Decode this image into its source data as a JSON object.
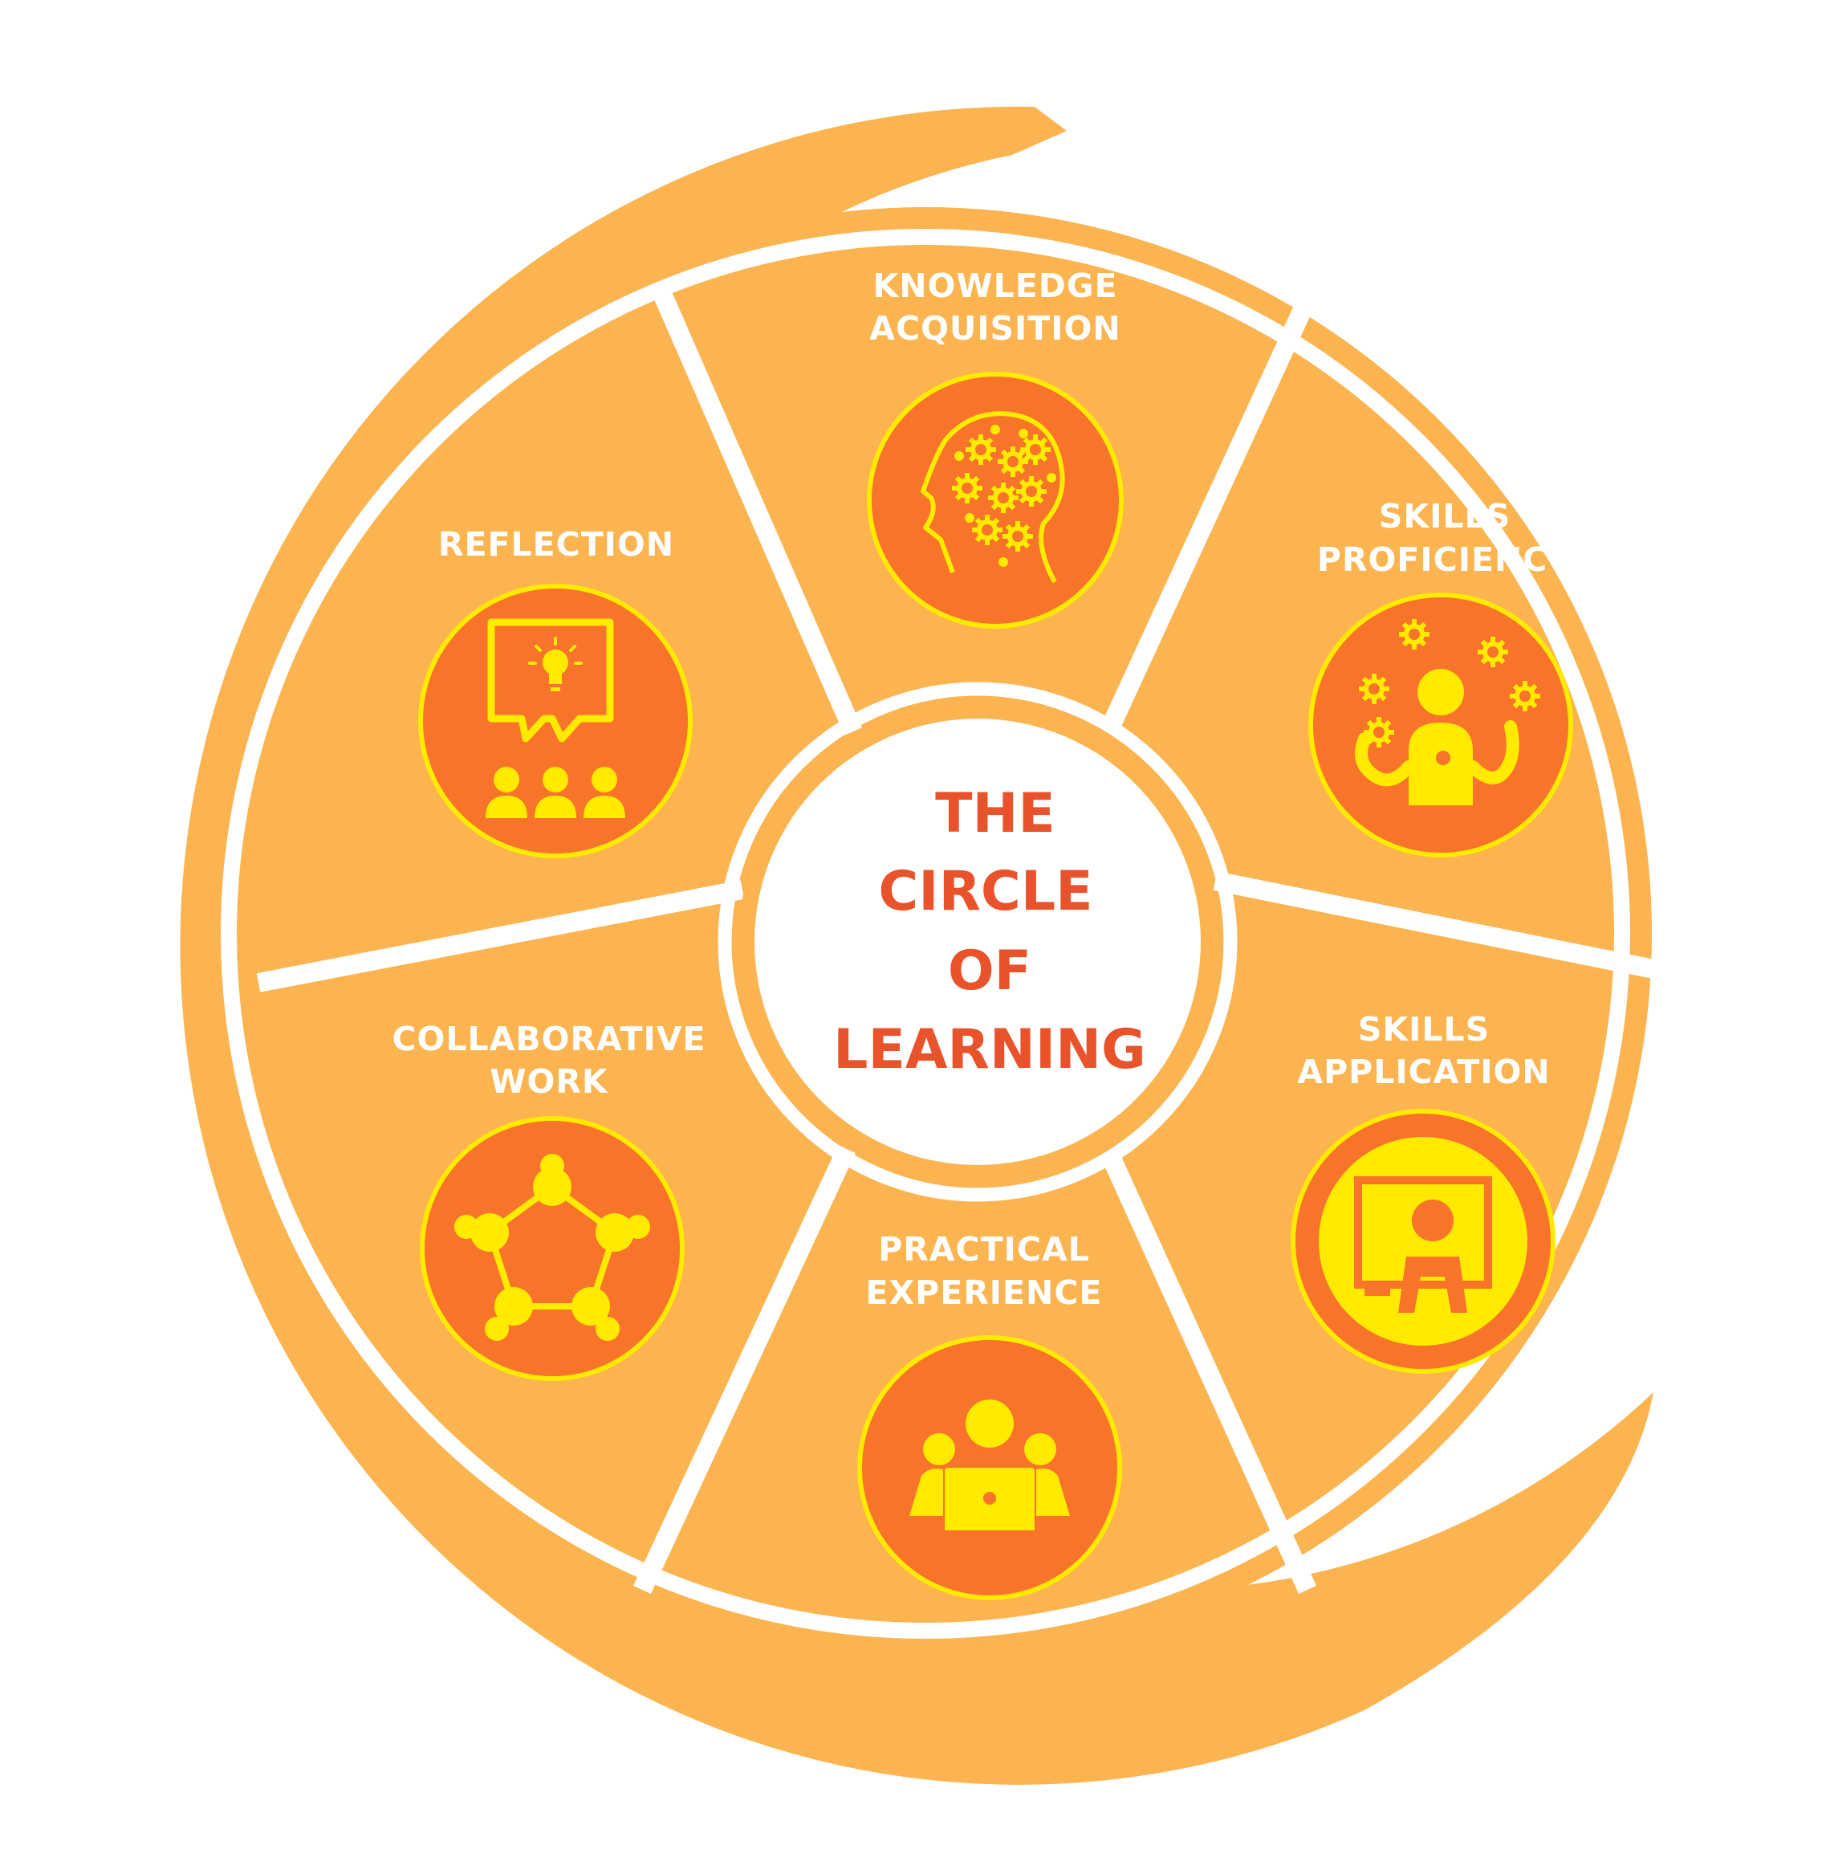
{
  "title_lines": [
    "THE",
    "CIRCLE",
    "OF",
    "LEARNING"
  ],
  "segments": [
    {
      "id": "knowledge",
      "lines": [
        "KNOWLEDGE",
        "ACQUISITION"
      ],
      "icon": "head-gears-icon"
    },
    {
      "id": "skills-proficiency",
      "lines": [
        "SKILLS",
        "PROFICIENCY"
      ],
      "icon": "juggling-gears-icon"
    },
    {
      "id": "skills-application",
      "lines": [
        "SKILLS",
        "APPLICATION"
      ],
      "icon": "presenter-screen-icon"
    },
    {
      "id": "practical-experience",
      "lines": [
        "PRACTICAL",
        "EXPERIENCE"
      ],
      "icon": "team-laptop-icon"
    },
    {
      "id": "collaborative-work",
      "lines": [
        "COLLABORATIVE",
        "WORK"
      ],
      "icon": "team-circle-icon"
    },
    {
      "id": "reflection",
      "lines": [
        "REFLECTION"
      ],
      "icon": "idea-board-icon"
    }
  ],
  "colors": {
    "light_orange": "#FBB450",
    "dark_orange": "#F7742A",
    "yellow": "#FFEA00",
    "title_red": "#E8532B",
    "white": "#FFFFFF"
  }
}
